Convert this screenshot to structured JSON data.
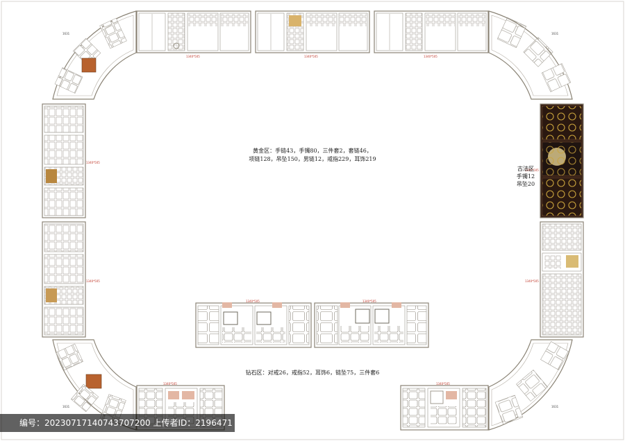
{
  "gold_zone": {
    "line1": "黄金区：手链43，手镯80，三件套2，套链46，",
    "line2": "项链128，吊坠150，男链12，戒指229，耳饰219"
  },
  "ancient_zone": {
    "line1": "古法区",
    "line2": "手镯12",
    "line3": "吊坠20"
  },
  "diamond_zone": {
    "line": "钻石区：对戒26，戒指52，耳饰6，链坠75，三件套6"
  },
  "dimension_labels": {
    "counter_size": "1340*505",
    "corner_code": "1631"
  },
  "footer": {
    "text": "编号：20230717140743707200 上传者ID：2196471"
  },
  "colors": {
    "counter_outline": "#8a8375",
    "ancient_panel": "#3b2418",
    "gold_ring": "#c9a33b",
    "dimension_red": "#c0392b",
    "dimension_blue": "#2e86c1"
  }
}
